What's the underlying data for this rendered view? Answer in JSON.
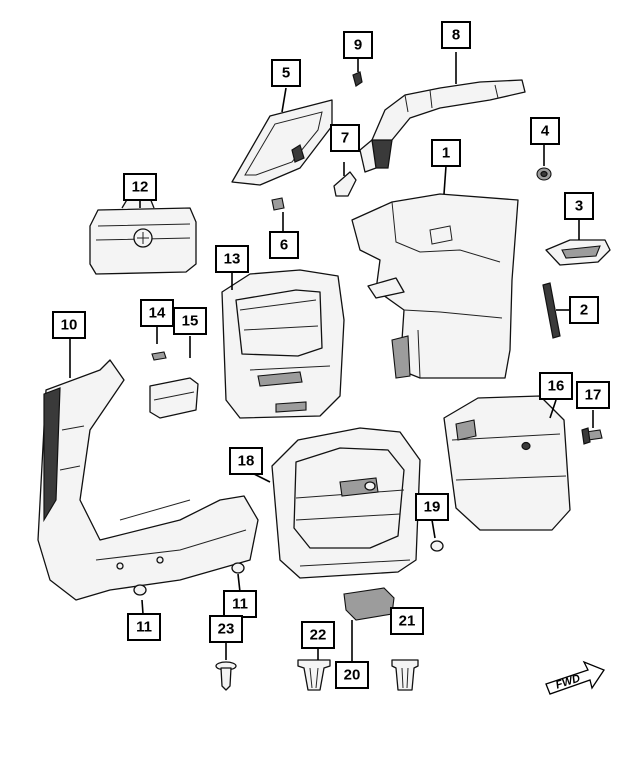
{
  "callouts": [
    {
      "id": "1",
      "label": "1"
    },
    {
      "id": "2",
      "label": "2"
    },
    {
      "id": "3",
      "label": "3"
    },
    {
      "id": "4",
      "label": "4"
    },
    {
      "id": "5",
      "label": "5"
    },
    {
      "id": "6",
      "label": "6"
    },
    {
      "id": "7",
      "label": "7"
    },
    {
      "id": "8",
      "label": "8"
    },
    {
      "id": "9",
      "label": "9"
    },
    {
      "id": "10",
      "label": "10"
    },
    {
      "id": "11a",
      "label": "11"
    },
    {
      "id": "11b",
      "label": "11"
    },
    {
      "id": "12",
      "label": "12"
    },
    {
      "id": "13",
      "label": "13"
    },
    {
      "id": "14",
      "label": "14"
    },
    {
      "id": "15",
      "label": "15"
    },
    {
      "id": "16",
      "label": "16"
    },
    {
      "id": "17",
      "label": "17"
    },
    {
      "id": "18",
      "label": "18"
    },
    {
      "id": "19",
      "label": "19"
    },
    {
      "id": "20",
      "label": "20"
    },
    {
      "id": "21",
      "label": "21"
    },
    {
      "id": "22",
      "label": "22"
    },
    {
      "id": "23",
      "label": "23"
    }
  ],
  "fwd_indicator": {
    "label": "FWD"
  },
  "colors": {
    "line": "#000000",
    "background": "#ffffff",
    "part_fill": "#f4f4f4"
  }
}
